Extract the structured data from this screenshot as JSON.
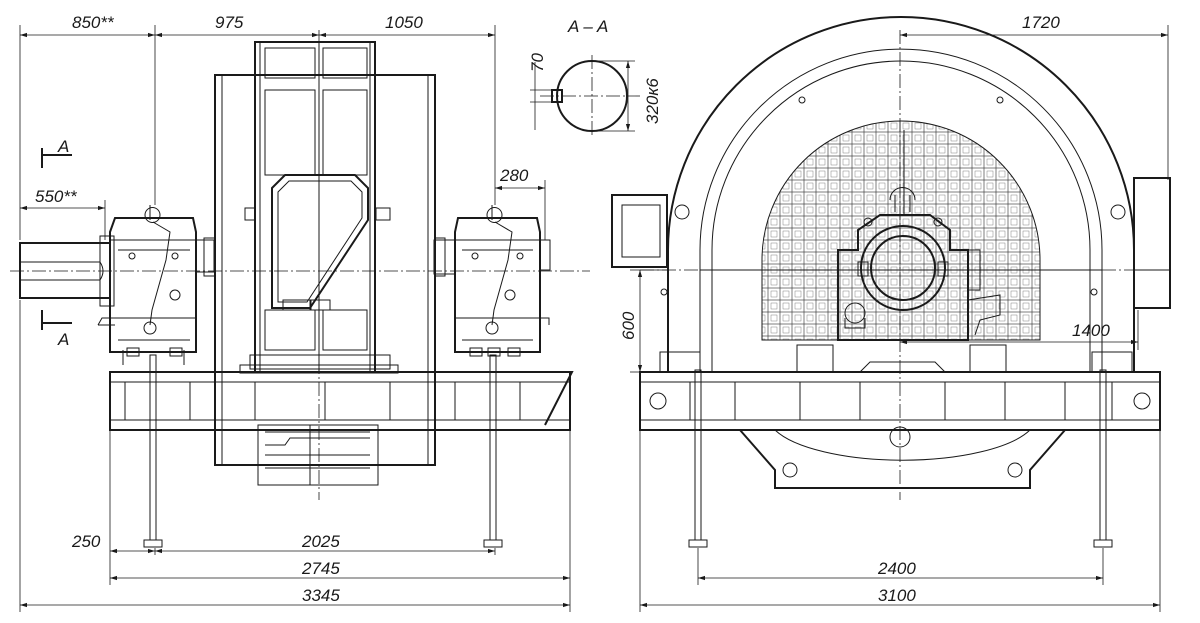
{
  "drawing": {
    "section_title": "A – A",
    "section_mark": "A",
    "front_view": {
      "dims": {
        "d_850": "850**",
        "d_975": "975",
        "d_1050": "1050",
        "d_550": "550**",
        "d_280": "280",
        "d_250": "250",
        "d_2025": "2025",
        "d_2745": "2745",
        "d_3345": "3345"
      }
    },
    "section_detail": {
      "d_70": "70",
      "d_320": "320к6"
    },
    "side_view": {
      "dims": {
        "d_1720": "1720",
        "d_600": "600",
        "d_1400": "1400",
        "d_2400": "2400",
        "d_3100": "3100"
      }
    }
  }
}
